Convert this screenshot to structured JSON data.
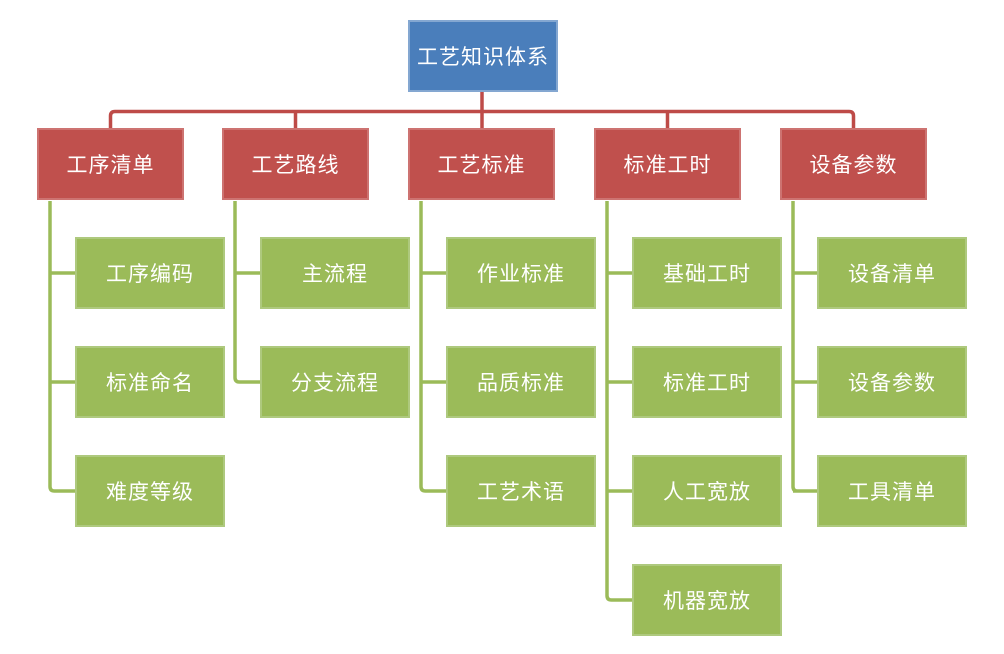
{
  "colors": {
    "background": "#ffffff",
    "root_fill": "#4a7ebb",
    "root_border": "#84a7d1",
    "branch_fill": "#c0504d",
    "branch_border": "#cd7371",
    "leaf_fill": "#9bbb59",
    "leaf_border": "#aec97e",
    "connector_level1": "#be4b48",
    "connector_level2": "#9bbb59",
    "text": "#ffffff"
  },
  "tree": {
    "root": {
      "label": "工艺知识体系"
    },
    "branches": [
      {
        "label": "工序清单",
        "children": [
          {
            "label": "工序编码"
          },
          {
            "label": "标准命名"
          },
          {
            "label": "难度等级"
          }
        ]
      },
      {
        "label": "工艺路线",
        "children": [
          {
            "label": "主流程"
          },
          {
            "label": "分支流程"
          }
        ]
      },
      {
        "label": "工艺标准",
        "children": [
          {
            "label": "作业标准"
          },
          {
            "label": "品质标准"
          },
          {
            "label": "工艺术语"
          }
        ]
      },
      {
        "label": "标准工时",
        "children": [
          {
            "label": "基础工时"
          },
          {
            "label": "标准工时"
          },
          {
            "label": "人工宽放"
          },
          {
            "label": "机器宽放"
          }
        ]
      },
      {
        "label": "设备参数",
        "children": [
          {
            "label": "设备清单"
          },
          {
            "label": "设备参数"
          },
          {
            "label": "工具清单"
          }
        ]
      }
    ]
  }
}
